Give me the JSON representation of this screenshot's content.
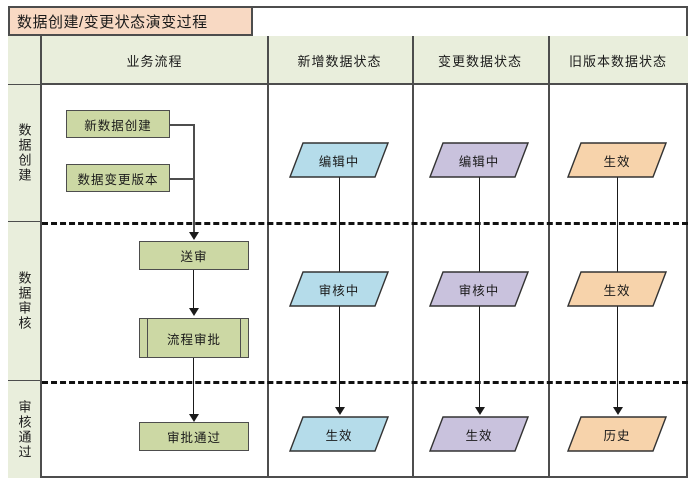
{
  "title": "数据创建/变更状态演变过程",
  "columns": [
    {
      "key": "process",
      "label": "业务流程"
    },
    {
      "key": "new_state",
      "label": "新增数据状态"
    },
    {
      "key": "change_state",
      "label": "变更数据状态"
    },
    {
      "key": "old_state",
      "label": "旧版本数据状态"
    }
  ],
  "lanes": [
    {
      "key": "create",
      "label": "数据创建"
    },
    {
      "key": "review",
      "label": "数据审核"
    },
    {
      "key": "approved",
      "label": "审核通过"
    }
  ],
  "process_nodes": [
    {
      "id": "new-data-create",
      "label": "新数据创建",
      "shape": "process",
      "lane": "create"
    },
    {
      "id": "data-change-version",
      "label": "数据变更版本",
      "shape": "process",
      "lane": "create"
    },
    {
      "id": "submit-review",
      "label": "送审",
      "shape": "process",
      "lane": "review"
    },
    {
      "id": "flow-approval",
      "label": "流程审批",
      "shape": "subprocess",
      "lane": "review"
    },
    {
      "id": "approval-passed",
      "label": "审批通过",
      "shape": "process",
      "lane": "approved"
    }
  ],
  "state_nodes": {
    "new_state": [
      {
        "label": "编辑中",
        "lane": "create"
      },
      {
        "label": "审核中",
        "lane": "review"
      },
      {
        "label": "生效",
        "lane": "approved"
      }
    ],
    "change_state": [
      {
        "label": "编辑中",
        "lane": "create"
      },
      {
        "label": "审核中",
        "lane": "review"
      },
      {
        "label": "生效",
        "lane": "approved"
      }
    ],
    "old_state": [
      {
        "label": "生效",
        "lane": "create"
      },
      {
        "label": "生效",
        "lane": "review"
      },
      {
        "label": "历史",
        "lane": "approved"
      }
    ]
  },
  "colors": {
    "title_bar": "#f8d9c3",
    "lane_header": "#e9eedc",
    "process_fill": "#ccd8a4",
    "new_state_fill": "#b5dcea",
    "change_state_fill": "#c9c2dd",
    "old_state_fill": "#f7d3ab",
    "border": "#4d4d4d",
    "connector": "#1a1a1a"
  }
}
